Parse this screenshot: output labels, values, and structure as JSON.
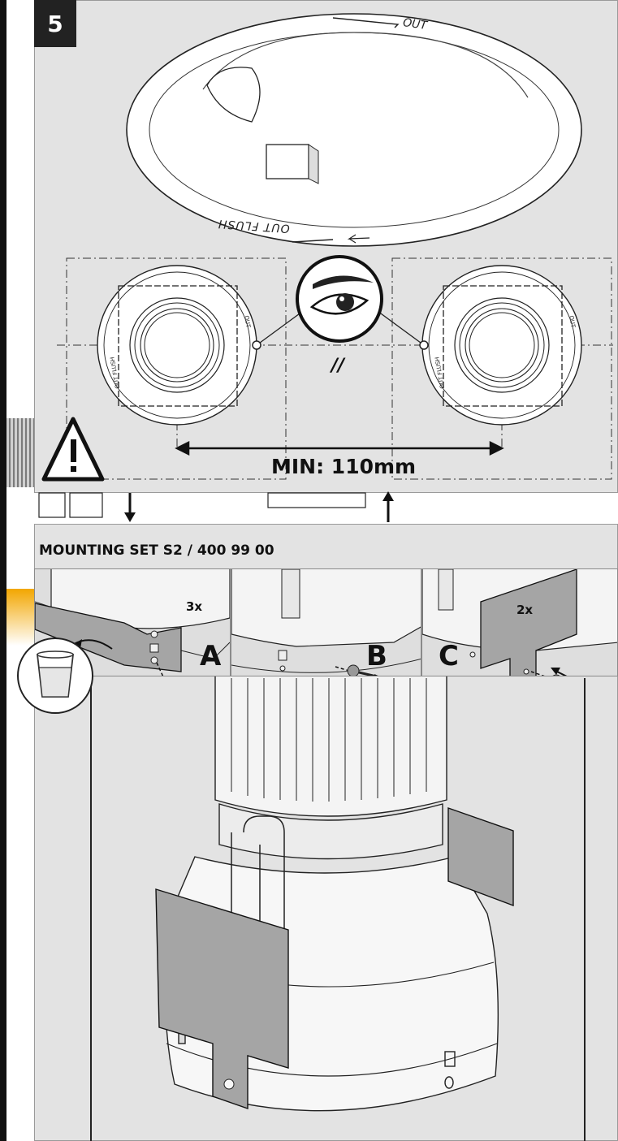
{
  "step": {
    "number": "5"
  },
  "ring": {
    "out_label": "OUT",
    "out_flush_label": "OUT FLUSH"
  },
  "spacing": {
    "min_label": "MIN: 110mm",
    "parallel_symbol": "//"
  },
  "fixture_marks": {
    "out": "OUT",
    "out_flush": "OUT FLUSH"
  },
  "mounting_set": {
    "title": "MOUNTING SET S2 / 400 99 00"
  },
  "steps": [
    {
      "letter": "A",
      "count": "3x"
    },
    {
      "letter": "B"
    },
    {
      "letter": "C",
      "count": "2x"
    }
  ],
  "colors": {
    "panel": "#e3e3e3",
    "ink": "#111111",
    "accent_gradient_top": "#f2a600",
    "accent_gradient_bottom": "#ffffff"
  },
  "icons": [
    "warning-icon",
    "eye-icon",
    "water-glass-icon",
    "arrow-icon",
    "screw-icon"
  ]
}
